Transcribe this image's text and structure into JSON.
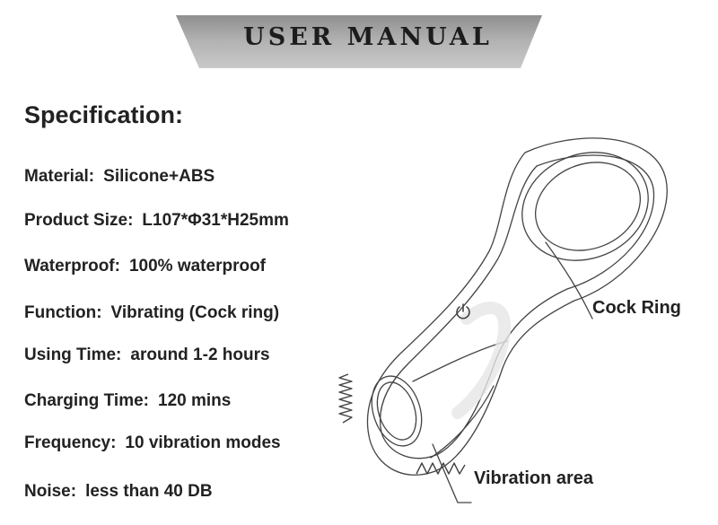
{
  "banner": {
    "title": "USER MANUAL",
    "color": "#a8a8a8"
  },
  "spec": {
    "heading": "Specification:",
    "items": [
      {
        "label": "Material:",
        "value": "Silicone+ABS"
      },
      {
        "label": "Product Size:",
        "value": "L107*Φ31*H25mm"
      },
      {
        "label": "Waterproof:",
        "value": "100% waterproof"
      },
      {
        "label": "Function:",
        "value": "Vibrating (Cock ring)"
      },
      {
        "label": "Using Time:",
        "value": "around 1-2 hours"
      },
      {
        "label": "Charging Time:",
        "value": "120 mins"
      },
      {
        "label": "Frequency:",
        "value": "10 vibration modes"
      },
      {
        "label": "Noise:",
        "value": "less than 40 DB"
      }
    ]
  },
  "callouts": {
    "ring": "Cock Ring",
    "vibration": "Vibration area"
  },
  "icons": {
    "power": "power-icon",
    "vibration_wave": "vibration-wave-icon"
  }
}
